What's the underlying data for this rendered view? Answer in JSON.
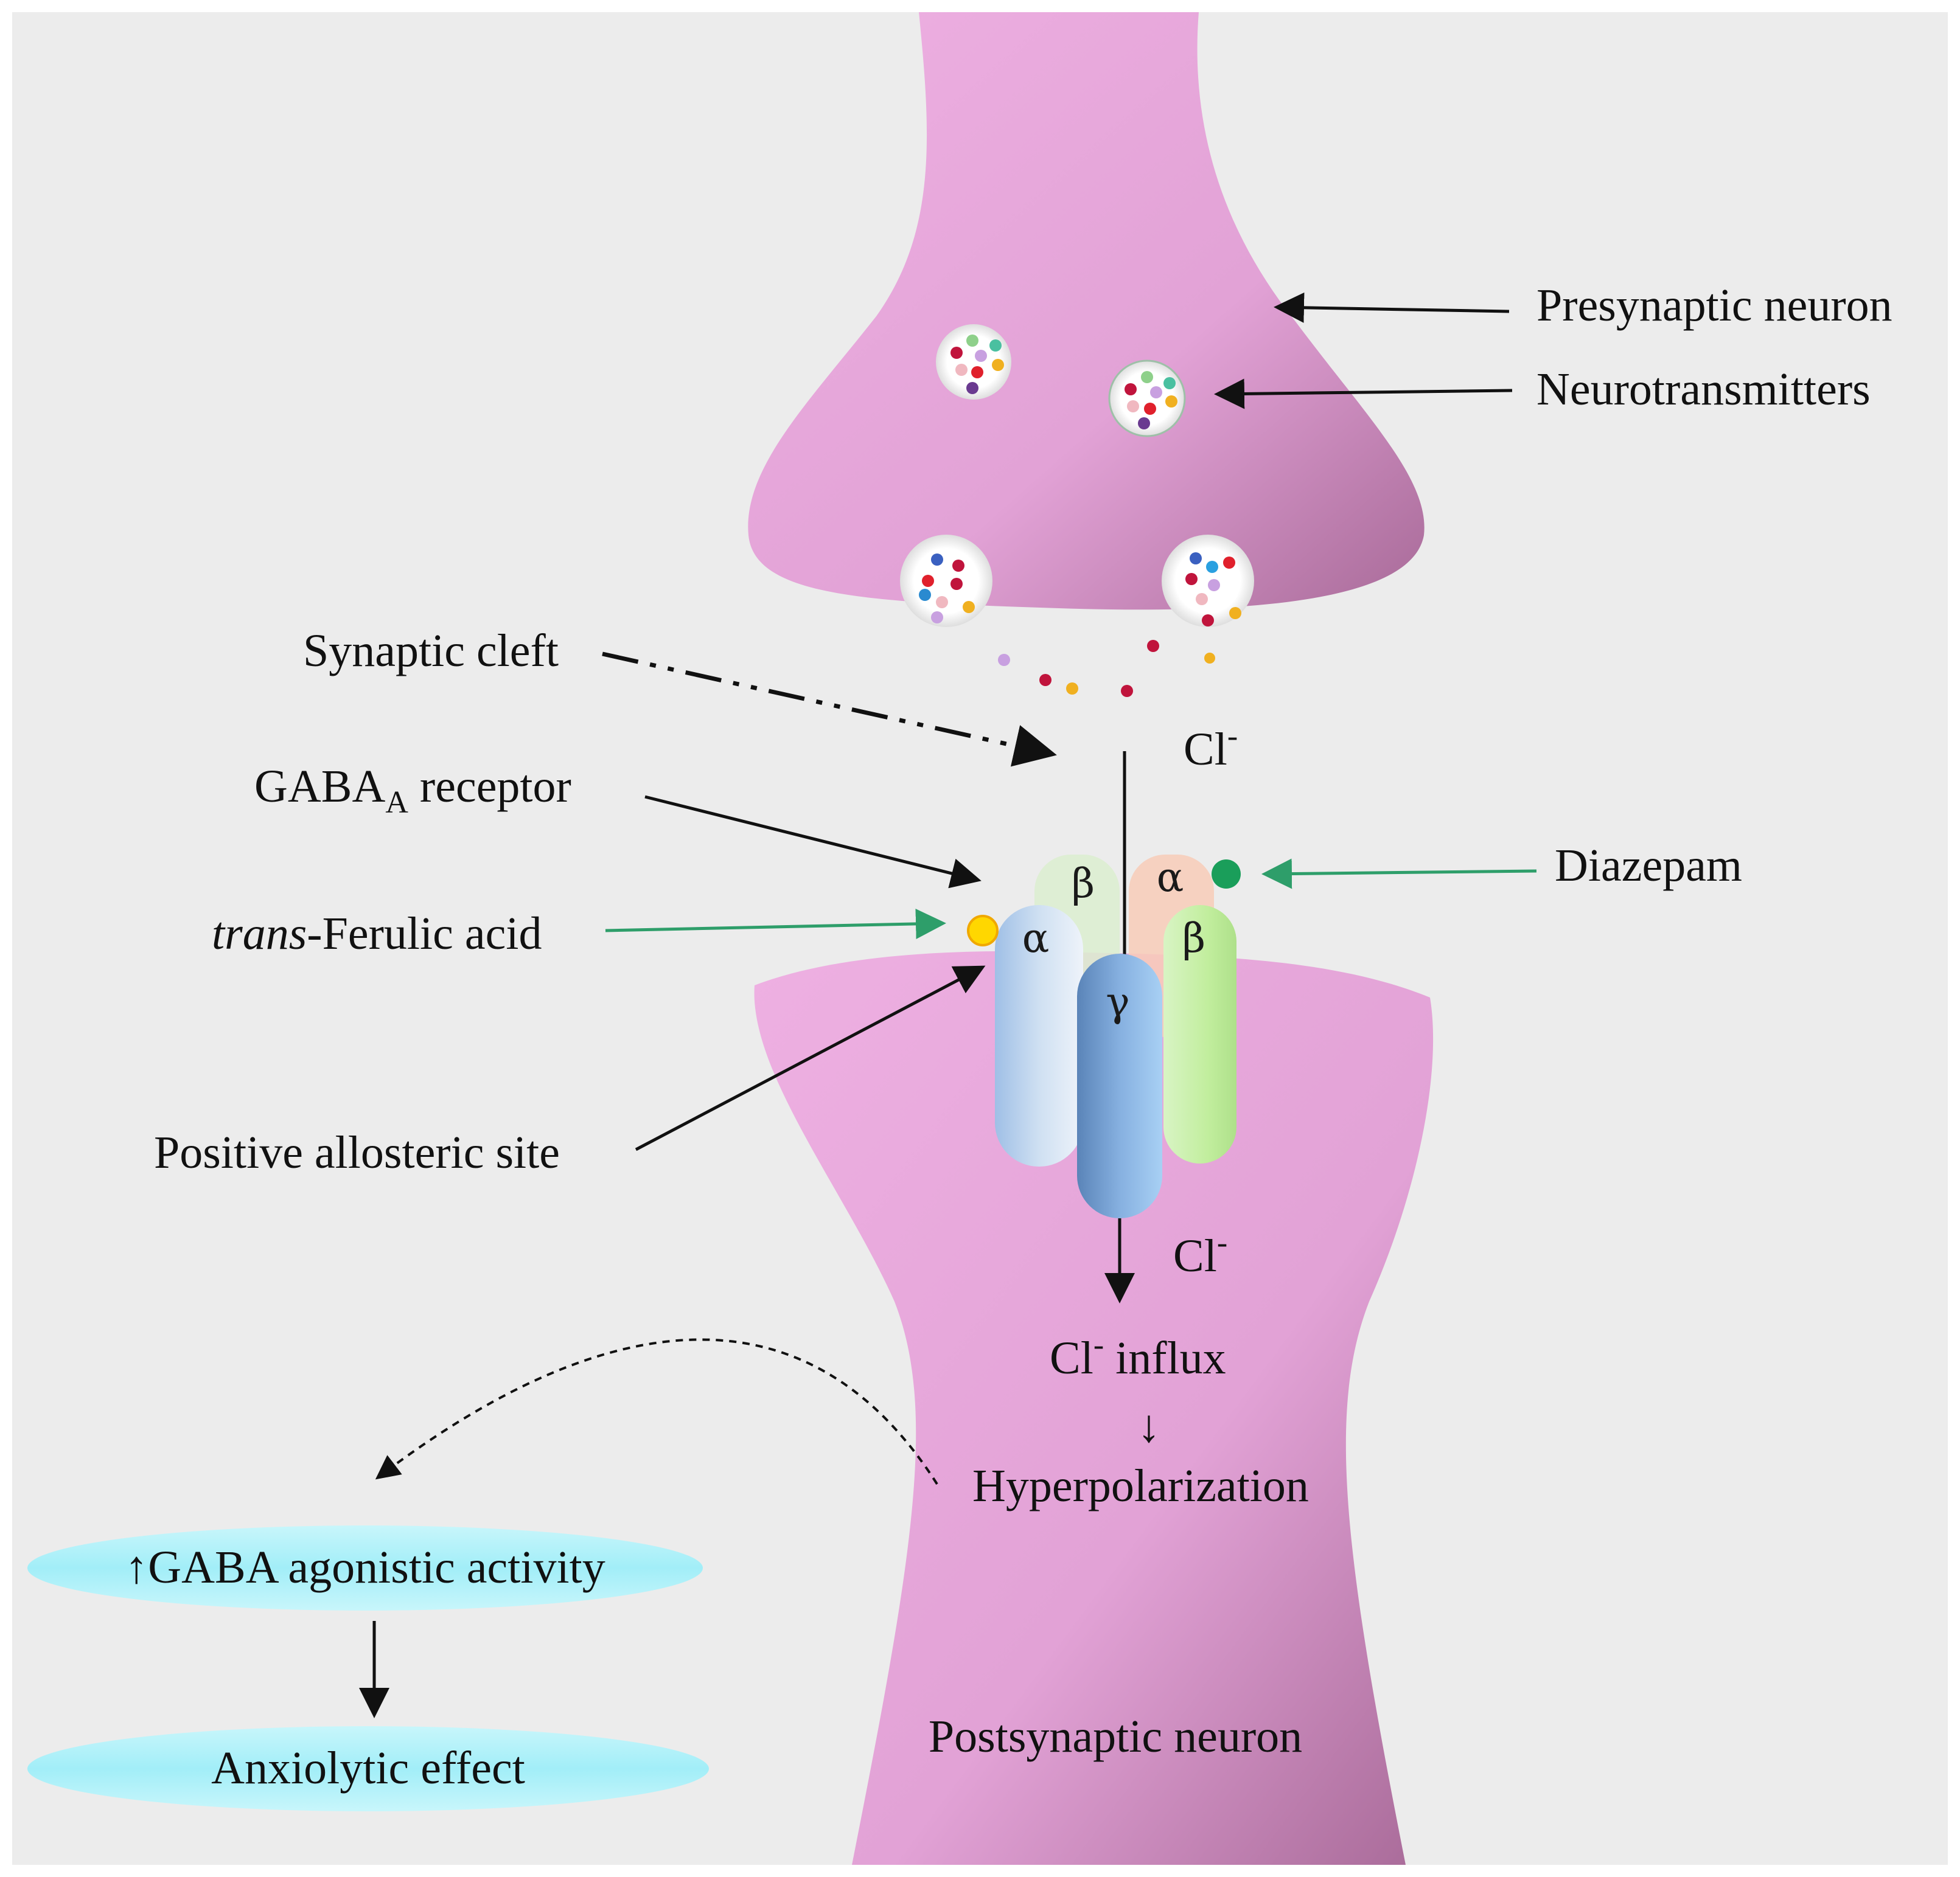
{
  "labels": {
    "presynaptic_neuron": "Presynaptic neuron",
    "neurotransmitters": "Neurotransmitters",
    "synaptic_cleft": "Synaptic cleft",
    "gaba_a_base": "GABA",
    "gaba_a_sub": "A",
    "gaba_a_receptor": " receptor",
    "trans_italic": "trans",
    "ferulic_acid": "-Ferulic acid",
    "diazepam": "Diazepam",
    "positive_allosteric_site": "Positive allosteric site",
    "cl_base": "Cl",
    "cl_sup": "-",
    "cl_influx": " influx",
    "down_arrow": "↓",
    "hyperpolarization": "Hyperpolarization",
    "gaba_agonistic_activity": "↑GABA agonistic activity",
    "anxiolytic_effect": "Anxiolytic effect",
    "postsynaptic_neuron": "Postsynaptic neuron"
  },
  "subunits": {
    "alpha": "α",
    "beta": "β",
    "gamma": "γ"
  },
  "colors": {
    "background": "#ececec",
    "neuron": "#e8a8dc",
    "neuron_dark": "#b878a8",
    "ferulic_acid_dot": "#ffd700",
    "diazepam_dot": "#1a9e5a",
    "green_arrow": "#2e9e6a",
    "capsule": "#aef0f8"
  }
}
